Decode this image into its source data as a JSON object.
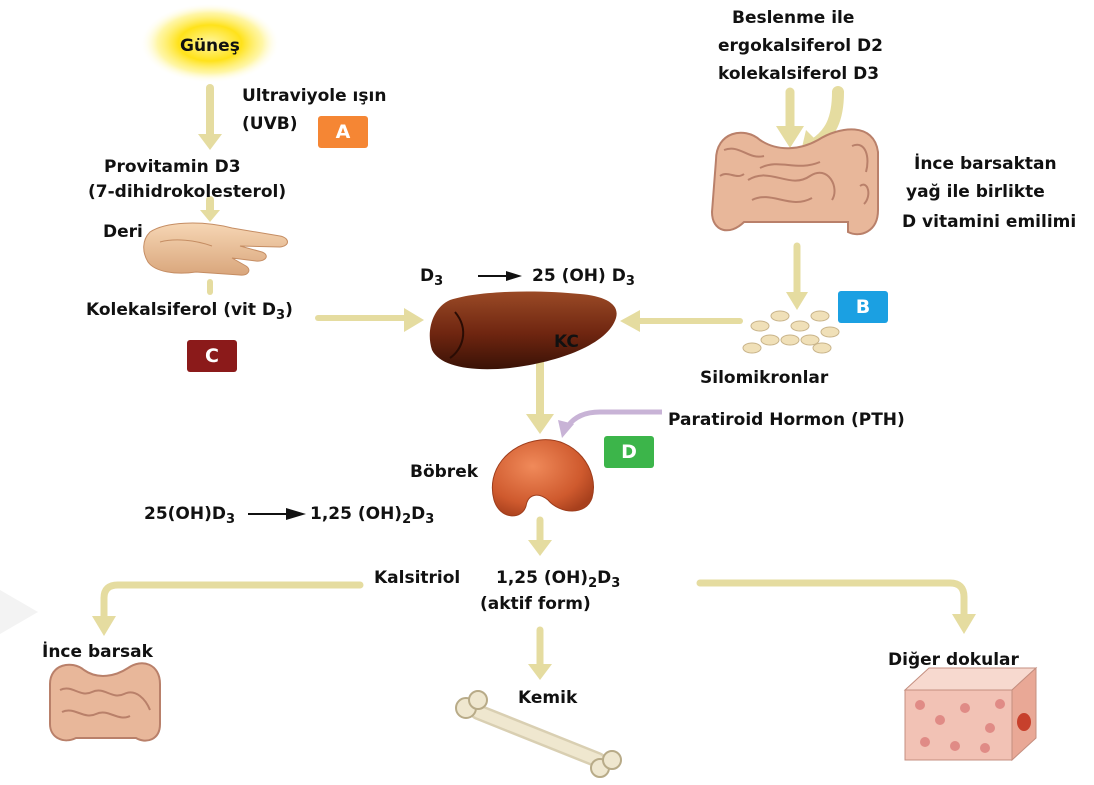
{
  "labels": {
    "sun": "Güneş",
    "uv_line1": "Ultraviyole ışın",
    "uv_line2": "(UVB)",
    "provitamin_line1": "Provitamin D3",
    "provitamin_line2": "(7-dihidrokolesterol)",
    "skin": "Deri",
    "cholecalciferol_pre": "Kolekalsiferol (vit D",
    "cholecalciferol_sub": "3",
    "cholecalciferol_post": ")",
    "diet_line1": "Beslenme ile",
    "diet_line2": "ergokalsiferol D2",
    "diet_line3": "kolekalsiferol D3",
    "absorb_line1": "İnce barsaktan",
    "absorb_line2": "yağ ile birlikte",
    "absorb_line3": "D vitamini emilimi",
    "liver_from_main": "D",
    "liver_from_sub": "3",
    "liver_to_main": "25 (OH) D",
    "liver_to_sub": "3",
    "liver": "KC",
    "chylomicrons": "Silomikronlar",
    "pth": "Paratiroid Hormon (PTH)",
    "kidney": "Böbrek",
    "kidney_from_main": "25(OH)D",
    "kidney_from_sub": "3",
    "kidney_to_pre": "1,25 (OH)",
    "kidney_to_sub1": "2",
    "kidney_to_mid": "D",
    "kidney_to_sub2": "3",
    "calcitriol": "Kalsitriol",
    "active_pre": "1,25 (OH)",
    "active_sub1": "2",
    "active_mid": "D",
    "active_sub2": "3",
    "active_form": "(aktif form)",
    "small_intestine": "İnce barsak",
    "bone": "Kemik",
    "other_tissues": "Diğer dokular"
  },
  "badges": {
    "A": {
      "text": "A",
      "color": "#f58634"
    },
    "B": {
      "text": "B",
      "color": "#1ba0e2"
    },
    "C": {
      "text": "C",
      "color": "#8b1a1a"
    },
    "D": {
      "text": "D",
      "color": "#3cb54a"
    }
  },
  "colors": {
    "arrow": "#e5dca0",
    "pth_arrow": "#c8b3d6",
    "liver": "#7a2e12",
    "kidney": "#cf5a2e",
    "sun": "#ffe21a",
    "intestine": "#e8b79a",
    "bone": "#efe7cf",
    "tissue": "#f2c2b5"
  }
}
